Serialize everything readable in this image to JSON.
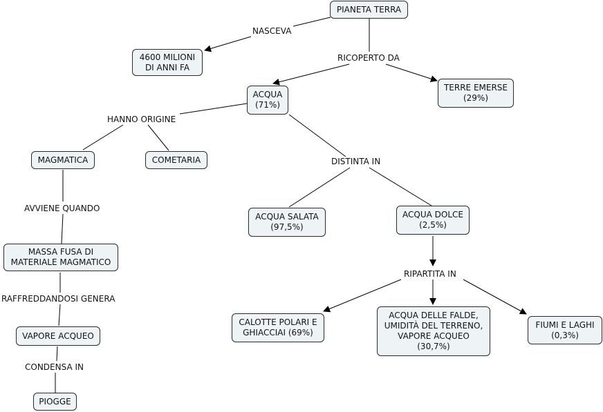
{
  "nodes": {
    "pianeta": "PIANETA TERRA",
    "milioni": "4600 MILIONI\nDI ANNI FA",
    "acqua": "ACQUA\n(71%)",
    "terre": "TERRE EMERSE\n(29%)",
    "magmatica": "MAGMATICA",
    "cometaria": "COMETARIA",
    "salata": "ACQUA SALATA\n(97,5%)",
    "dolce": "ACQUA DOLCE\n(2,5%)",
    "massa": "MASSA FUSA DI\nMATERIALE MAGMATICO",
    "vapore": "VAPORE ACQUEO",
    "piogge": "PIOGGE",
    "calotte": "CALOTTE POLARI E\nGHIACCIAI (69%)",
    "falde": "ACQUA DELLE FALDE,\nUMIDITÀ DEL TERRENO,\nVAPORE ACQUEO\n(30,7%)",
    "fiumi": "FIUMI E LAGHI\n(0,3%)"
  },
  "links": {
    "nasceva": "NASCEVA",
    "ricoperto": "RICOPERTO DA",
    "hanno_origine": "HANNO ORIGINE",
    "distinta": "DISTINTA IN",
    "avviene": "AVVIENE QUANDO",
    "raffreddandosi": "RAFFREDDANDOSI GENERA",
    "condensa": "CONDENSA IN",
    "ripartita": "RIPARTITA IN"
  }
}
